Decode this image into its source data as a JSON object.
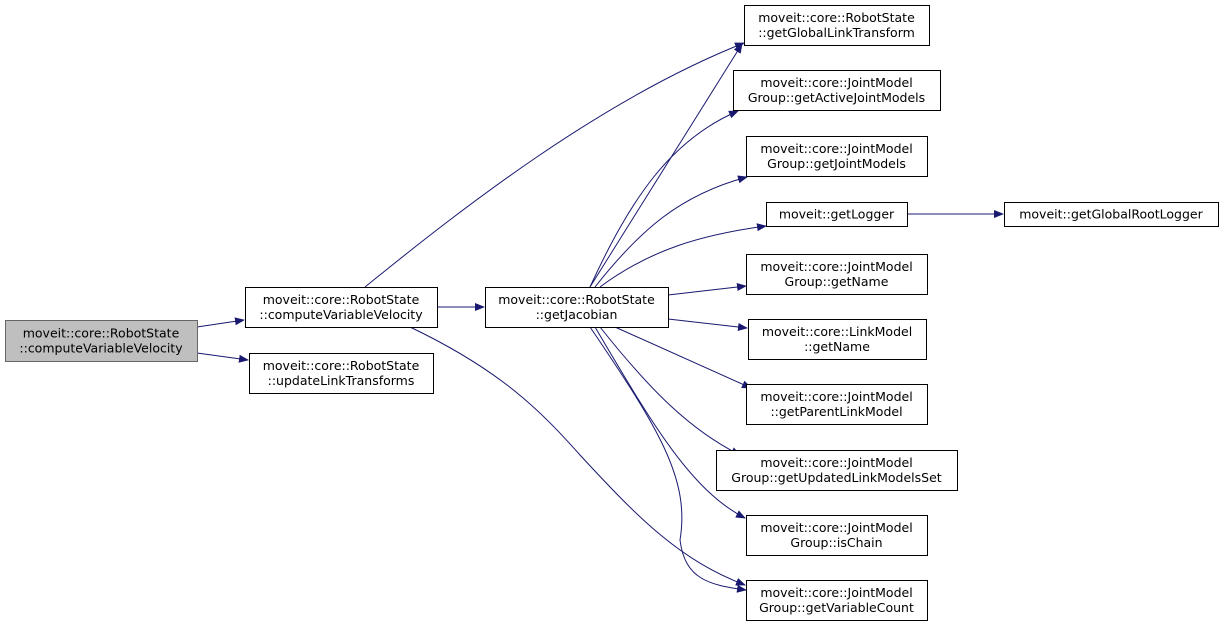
{
  "colors": {
    "edge": "#191970",
    "root_fill": "#bfbfbf",
    "node_fill": "#ffffff"
  },
  "nodes": [
    {
      "id": "root",
      "lines": [
        "moveit::core::RobotState",
        "::computeVariableVelocity"
      ],
      "highlighted": true
    },
    {
      "id": "cvv",
      "lines": [
        "moveit::core::RobotState",
        "::computeVariableVelocity"
      ]
    },
    {
      "id": "ult",
      "lines": [
        "moveit::core::RobotState",
        "::updateLinkTransforms"
      ]
    },
    {
      "id": "jac",
      "lines": [
        "moveit::core::RobotState",
        "::getJacobian"
      ]
    },
    {
      "id": "gglt",
      "lines": [
        "moveit::core::RobotState",
        "::getGlobalLinkTransform"
      ]
    },
    {
      "id": "gajm",
      "lines": [
        "moveit::core::JointModel",
        "Group::getActiveJointModels"
      ]
    },
    {
      "id": "gjm",
      "lines": [
        "moveit::core::JointModel",
        "Group::getJointModels"
      ]
    },
    {
      "id": "glog",
      "lines": [
        "moveit::getLogger"
      ]
    },
    {
      "id": "grl",
      "lines": [
        "moveit::getGlobalRootLogger"
      ]
    },
    {
      "id": "jmgname",
      "lines": [
        "moveit::core::JointModel",
        "Group::getName"
      ]
    },
    {
      "id": "lmname",
      "lines": [
        "moveit::core::LinkModel",
        "::getName"
      ]
    },
    {
      "id": "gplm",
      "lines": [
        "moveit::core::JointModel",
        "::getParentLinkModel"
      ]
    },
    {
      "id": "gulms",
      "lines": [
        "moveit::core::JointModel",
        "Group::getUpdatedLinkModelsSet"
      ]
    },
    {
      "id": "ischain",
      "lines": [
        "moveit::core::JointModel",
        "Group::isChain"
      ]
    },
    {
      "id": "gvc",
      "lines": [
        "moveit::core::JointModel",
        "Group::getVariableCount"
      ]
    }
  ],
  "edges": [
    [
      "root",
      "cvv"
    ],
    [
      "root",
      "ult"
    ],
    [
      "cvv",
      "jac"
    ],
    [
      "cvv",
      "gglt"
    ],
    [
      "cvv",
      "gvc"
    ],
    [
      "jac",
      "gglt"
    ],
    [
      "jac",
      "gajm"
    ],
    [
      "jac",
      "gjm"
    ],
    [
      "jac",
      "glog"
    ],
    [
      "jac",
      "jmgname"
    ],
    [
      "jac",
      "lmname"
    ],
    [
      "jac",
      "gplm"
    ],
    [
      "jac",
      "gulms"
    ],
    [
      "jac",
      "ischain"
    ],
    [
      "jac",
      "gvc"
    ],
    [
      "glog",
      "grl"
    ]
  ]
}
